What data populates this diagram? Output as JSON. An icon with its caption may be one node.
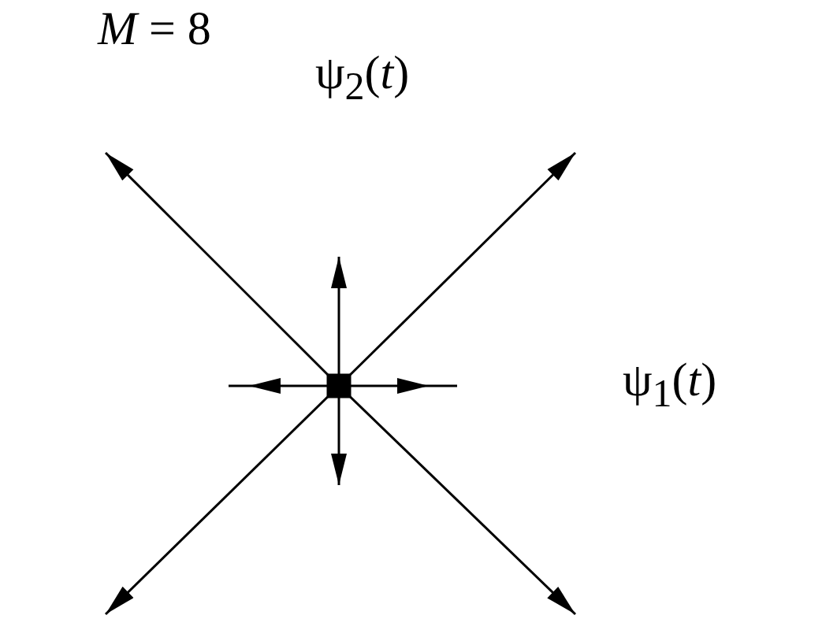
{
  "diagram": {
    "labels": [
      "*M* = 8",
      "ψ$_{2}$(*t*)",
      "ψ$_{1}$(*t*)"
    ]
  }
}
